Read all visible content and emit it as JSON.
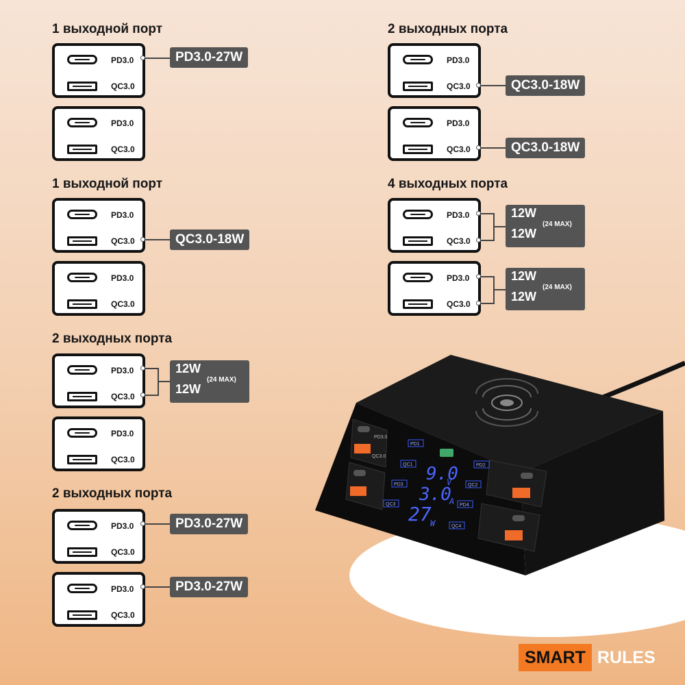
{
  "sections": [
    {
      "title": "1 выходной порт"
    },
    {
      "title": "1 выходной порт"
    },
    {
      "title": "2 выходных порта"
    },
    {
      "title": "2 выходных порта"
    },
    {
      "title": "2 выходных порта"
    },
    {
      "title": "4 выходных порта"
    }
  ],
  "port_labels": {
    "pd": "PD3.0",
    "qc": "QC3.0"
  },
  "callouts": {
    "pd27": "PD3.0-27W",
    "qc18": "QC3.0-18W",
    "dual_watt": "12W",
    "dual_max": "(24 MAX)"
  },
  "device": {
    "lcd_voltage": "9.0",
    "lcd_voltage_unit": "V",
    "lcd_current": "3.0",
    "lcd_current_unit": "A",
    "lcd_power": "27",
    "lcd_power_unit": "W",
    "lcd_ports": [
      "PD1",
      "QC1",
      "PD3",
      "QC3",
      "PD2",
      "QC2",
      "PD4",
      "QC4"
    ],
    "port_pd": "PD3.0",
    "port_qc": "QC3.0"
  },
  "brand": {
    "smart": "SMART",
    "rules": "RULES"
  },
  "colors": {
    "brand_orange": "#f37a23",
    "callout_gray": "#545454",
    "lcd_blue": "#3d5cff"
  }
}
